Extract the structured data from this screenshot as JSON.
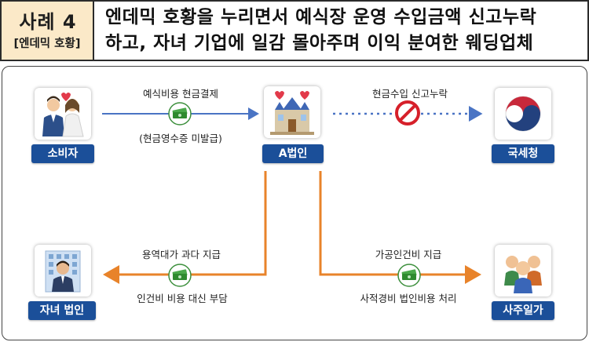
{
  "header": {
    "case_number": "사례 4",
    "case_tag": "[엔데믹 호황]",
    "title_line1": "엔데믹 호황을 누리면서 예식장 운영 수입금액 신고누락",
    "title_line2": "하고, 자녀 기업에 일감 몰아주며 이익 분여한 웨딩업체"
  },
  "nodes": {
    "consumer": "소비자",
    "company_a": "A법인",
    "nts": "국세청",
    "child_company": "자녀 법인",
    "owner_family": "사주일가"
  },
  "flows": {
    "consumer_to_a_top": "예식비용 현금결제",
    "consumer_to_a_bottom": "(현금영수증 미발급)",
    "a_to_nts": "현금수입 신고누락",
    "a_to_child_top": "용역대가 과다 지급",
    "a_to_child_bottom": "인건비 비용 대신 부담",
    "a_to_owner_top": "가공인건비 지급",
    "a_to_owner_bottom": "사적경비 법인비용 처리"
  },
  "colors": {
    "label_bg": "#1b4f99",
    "blue_arrow": "#4a74c4",
    "orange_arrow": "#e8832a",
    "header_left_bg": "#fbe9c8"
  }
}
